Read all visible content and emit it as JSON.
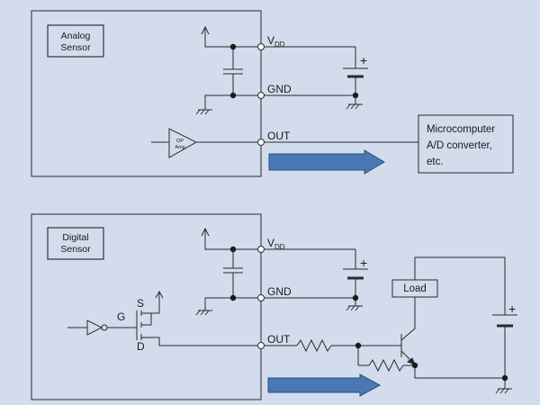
{
  "analog": {
    "title_line1": "Analog",
    "title_line2": "Sensor",
    "pin_vdd_main": "V",
    "pin_vdd_sub": "DD",
    "pin_gnd": "GND",
    "pin_out": "OUT",
    "opamp_line1": "OP",
    "opamp_line2": "Amp"
  },
  "target": {
    "line1": "Microcomputer",
    "line2": "A/D converter,",
    "line3": "etc."
  },
  "digital": {
    "title_line1": "Digital",
    "title_line2": "Sensor",
    "pin_vdd_main": "V",
    "pin_vdd_sub": "DD",
    "pin_gnd": "GND",
    "pin_out": "OUT",
    "gate": "G",
    "source": "S",
    "drain": "D",
    "load": "Load"
  },
  "battery_plus": "+",
  "colors": {
    "background": "#d3dcec",
    "line": "#2a2a2a",
    "arrow_fill": "#4a78b4",
    "arrow_stroke": "#2c4f80"
  }
}
